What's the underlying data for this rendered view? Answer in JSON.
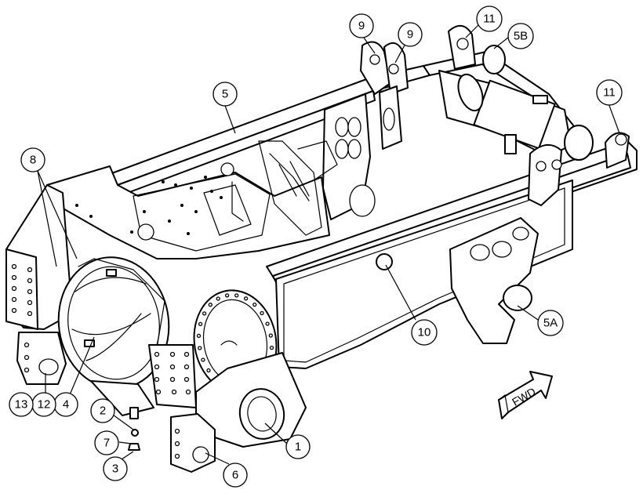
{
  "diagram": {
    "callouts": [
      {
        "id": "c1",
        "label": "1"
      },
      {
        "id": "c2",
        "label": "2"
      },
      {
        "id": "c3",
        "label": "3"
      },
      {
        "id": "c4",
        "label": "4"
      },
      {
        "id": "c5",
        "label": "5"
      },
      {
        "id": "c5a",
        "label": "5A"
      },
      {
        "id": "c5b",
        "label": "5B"
      },
      {
        "id": "c6",
        "label": "6"
      },
      {
        "id": "c7",
        "label": "7"
      },
      {
        "id": "c8",
        "label": "8"
      },
      {
        "id": "c9a",
        "label": "9"
      },
      {
        "id": "c9b",
        "label": "9"
      },
      {
        "id": "c10",
        "label": "10"
      },
      {
        "id": "c11a",
        "label": "11"
      },
      {
        "id": "c11b",
        "label": "11"
      },
      {
        "id": "c12",
        "label": "12"
      },
      {
        "id": "c13",
        "label": "13"
      }
    ],
    "direction_arrow": {
      "label": "FWD"
    }
  }
}
